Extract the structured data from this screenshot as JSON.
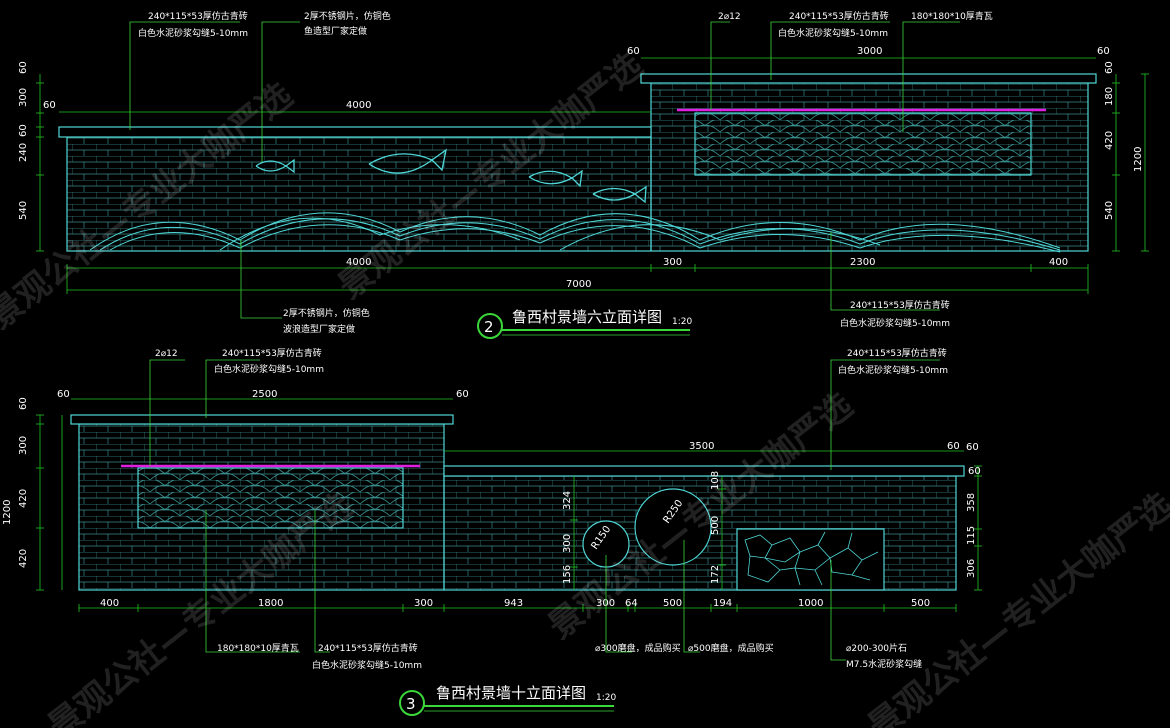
{
  "colors": {
    "background": "#000000",
    "wall": "#4fd6d6",
    "dim_line": "#22c322",
    "leader": "#3ad63a",
    "accent_line": "#e020e0",
    "text": "#ffffff"
  },
  "elevation2": {
    "title": "鲁西村景墙六立面详图",
    "number": "2",
    "scale": "1:20",
    "top_dims": {
      "d60_left": "60",
      "d4000": "4000",
      "d60_mid": "60",
      "d3000": "3000",
      "d60_right": "60"
    },
    "bottom_dims": {
      "d4000": "4000",
      "d300": "300",
      "d2300": "2300",
      "d400": "400",
      "d7000": "7000"
    },
    "left_dims": {
      "d60a": "60",
      "d300": "300",
      "d60b": "60",
      "d240": "240",
      "d540": "540"
    },
    "right_dims": {
      "d60": "60",
      "d180": "180",
      "d420": "420",
      "d540": "540",
      "d1200": "1200"
    },
    "notes": {
      "brick_top_1": "240*115*53厚仿古青砖",
      "brick_top_2": "白色水泥砂浆勾缝5-10mm",
      "fish_top_1": "2厚不锈钢片，仿铜色",
      "fish_top_2": "鱼造型厂家定做",
      "rebar": "2⌀12",
      "brick_top_right_1": "240*115*53厚仿古青砖",
      "brick_top_right_2": "白色水泥砂浆勾缝5-10mm",
      "tile": "180*180*10厚青瓦",
      "wave_1": "2厚不锈钢片，仿铜色",
      "wave_2": "波浪造型厂家定做",
      "brick_bottom_1": "240*115*53厚仿古青砖",
      "brick_bottom_2": "白色水泥砂浆勾缝5-10mm"
    }
  },
  "elevation3": {
    "title": "鲁西村景墙十立面详图",
    "number": "3",
    "scale": "1:20",
    "top_dims": {
      "d60_left": "60",
      "d2500": "2500",
      "d60_mid": "60",
      "d3500": "3500",
      "d60_right": "60"
    },
    "bottom_dims": {
      "d400": "400",
      "d1800": "1800",
      "d300a": "300",
      "d943": "943",
      "d300b": "300",
      "d64": "64",
      "d500a": "500",
      "d194": "194",
      "d1000": "1000",
      "d500b": "500"
    },
    "left_dims": {
      "d60": "60",
      "d300": "300",
      "d420a": "420",
      "d420b": "420",
      "d1200": "1200"
    },
    "right_dims": {
      "d60a": "60",
      "d60b": "60",
      "d358": "358",
      "d115": "115",
      "d306": "306"
    },
    "circle_dims": {
      "d324": "324",
      "d300": "300",
      "d156": "156",
      "d108": "108",
      "d500": "500",
      "d172": "172",
      "r150": "R150",
      "r250": "R250"
    },
    "notes": {
      "rebar": "2⌀12",
      "brick_top_1": "240*115*53厚仿古青砖",
      "brick_top_2": "白色水泥砂浆勾缝5-10mm",
      "brick_right_1": "240*115*53厚仿古青砖",
      "brick_right_2": "白色水泥砂浆勾缝5-10mm",
      "tile": "180*180*10厚青瓦",
      "brick_bottom_1": "240*115*53厚仿古青砖",
      "brick_bottom_2": "白色水泥砂浆勾缝5-10mm",
      "disc300": "⌀300磨盘，成品购买",
      "disc500": "⌀500磨盘，成品购买",
      "stone_1": "⌀200-300片石",
      "stone_2": "M7.5水泥砂浆勾缝"
    }
  },
  "watermark": "景观公社—专业大咖严选"
}
